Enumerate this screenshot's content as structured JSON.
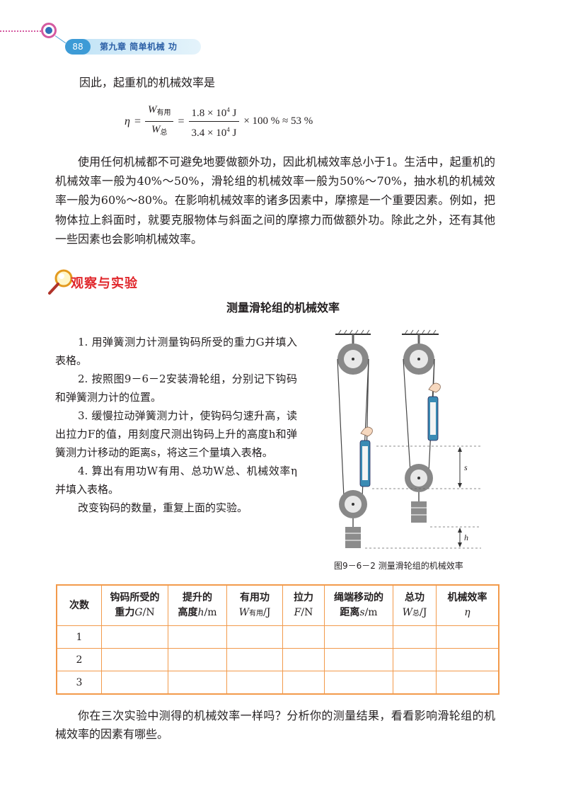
{
  "header": {
    "page_number": "88",
    "chapter_title": "第九章   简单机械   功"
  },
  "intro": {
    "lead": "因此，起重机的机械效率是"
  },
  "formula": {
    "eta": "η",
    "eq": "=",
    "w_useful": "W",
    "w_useful_sub": "有用",
    "w_total": "W",
    "w_total_sub": "总",
    "eq2": "=",
    "num_value": "1.8 × 10",
    "den_value": "3.4 × 10",
    "exp": "4",
    "unit": " J",
    "tail": "× 100 % ≈ 53 %"
  },
  "paragraph": "使用任何机械都不可避免地要做额外功，因此机械效率总小于1。生活中，起重机的机械效率一般为40%～50%，滑轮组的机械效率一般为50%～70%，抽水机的机械效率一般为60%～80%。在影响机械效率的诸多因素中，摩擦是一个重要因素。例如，把物体拉上斜面时，就要克服物体与斜面之间的摩擦力而做额外功。除此之外，还有其他一些因素也会影响机械效率。",
  "section": {
    "label": "观察与实验",
    "experiment_title": "测量滑轮组的机械效率"
  },
  "steps": [
    "1. 用弹簧测力计测量钩码所受的重力G并填入表格。",
    "2. 按照图9－6－2安装滑轮组，分别记下钩码和弹簧测力计的位置。",
    "3. 缓慢拉动弹簧测力计，使钩码匀速升高，读出拉力F的值，用刻度尺测出钩码上升的高度h和弹簧测力计移动的距离s，将这三个量填入表格。",
    "4. 算出有用功W有用、总功W总、机械效率η并填入表格。",
    "改变钩码的数量，重复上面的实验。"
  ],
  "figure": {
    "caption": "图9－6－2   测量滑轮组的机械效率",
    "label_s": "s",
    "label_h": "h"
  },
  "table": {
    "headers": [
      {
        "l1": "次数",
        "l2": ""
      },
      {
        "l1": "钩码所受的",
        "l2a": "重力",
        "l2b": "G",
        "l2c": "/N"
      },
      {
        "l1": "提升的",
        "l2a": "高度",
        "l2b": "h",
        "l2c": "/m"
      },
      {
        "l1": "有用功",
        "l2a": "",
        "l2b": "W",
        "l2s": "有用",
        "l2c": "/J"
      },
      {
        "l1": "拉力",
        "l2a": "",
        "l2b": "F",
        "l2c": "/N"
      },
      {
        "l1": "绳端移动的",
        "l2a": "距离",
        "l2b": "s",
        "l2c": "/m"
      },
      {
        "l1": "总功",
        "l2a": "",
        "l2b": "W",
        "l2s": "总",
        "l2c": "/J"
      },
      {
        "l1": "机械效率",
        "l2a": "",
        "l2b": "η",
        "l2c": ""
      }
    ],
    "rows": [
      "1",
      "2",
      "3"
    ]
  },
  "closing": "你在三次实验中测得的机械效率一样吗？分析你的测量结果，看看影响滑轮组的机械效率的因素有哪些。",
  "colors": {
    "accent_red": "#e0262b",
    "table_border": "#f29a4b",
    "header_blue": "#3d9bd6"
  }
}
